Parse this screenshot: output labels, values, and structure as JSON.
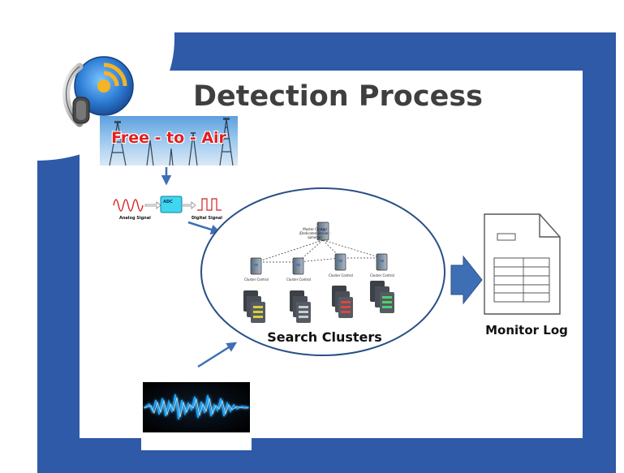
{
  "slide": {
    "title": "Detection Process"
  },
  "source": {
    "banner_text": "Free - to - Air",
    "icon_name": "headphones-broadcast-icon"
  },
  "conversion": {
    "box_label": "ADC",
    "analog_label": "Analog Signal",
    "digital_label": "Digital Signal"
  },
  "clusters": {
    "label": "Search Clusters",
    "master_label": "Master Control (Dedicated Server - optional)",
    "node_labels": [
      "Cluster Control",
      "Cluster Control",
      "Cluster Control",
      "Cluster Control"
    ]
  },
  "output": {
    "label": "Monitor Log",
    "icon_name": "document-table-icon"
  },
  "colors": {
    "frame": "#2e5aa7",
    "arrow": "#3e6fb5",
    "ellipse_stroke": "#2a4f86",
    "banner_text": "#e02020",
    "adc_box": "#3fd6f0",
    "analog_wave": "#d62020",
    "digital_wave": "#d62020",
    "waveform_glow": "#19a6ff"
  }
}
